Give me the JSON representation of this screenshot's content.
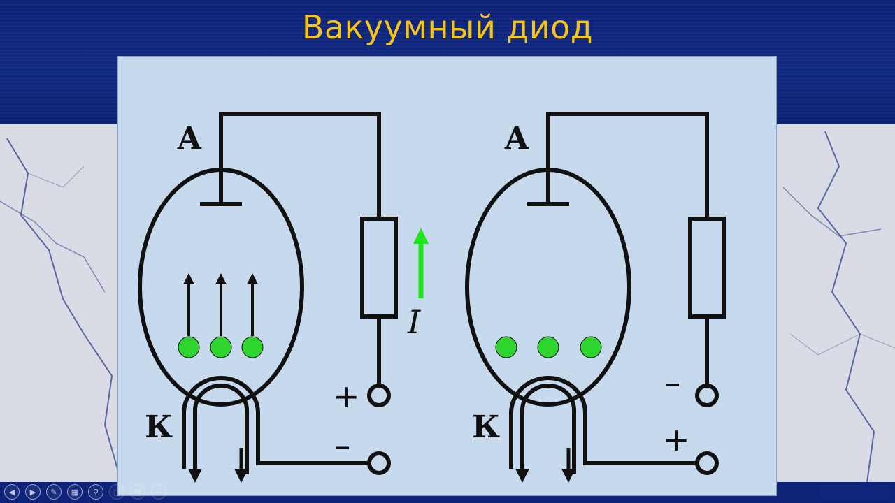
{
  "slide": {
    "title": "Вакуумный диод"
  },
  "left_circuit": {
    "anode_label": "А",
    "cathode_label": "К",
    "terminal_top_sign": "+",
    "terminal_bottom_sign": "–",
    "current_label": "I",
    "electron_color": "#2ed52e",
    "current_arrow_color": "#1ee61e"
  },
  "right_circuit": {
    "anode_label": "А",
    "cathode_label": "К",
    "terminal_top_sign": "–",
    "terminal_bottom_sign": "+",
    "electron_color": "#2ed52e"
  },
  "toolbar": {
    "buttons": [
      "prev-icon",
      "next-icon",
      "pen-icon",
      "slides-icon",
      "zoom-icon",
      "screen-icon",
      "subtitle-icon",
      "more-icon"
    ]
  },
  "colors": {
    "title": "#f5c518",
    "panel_bg": "#c7d9ec",
    "band": "#0d2279"
  }
}
